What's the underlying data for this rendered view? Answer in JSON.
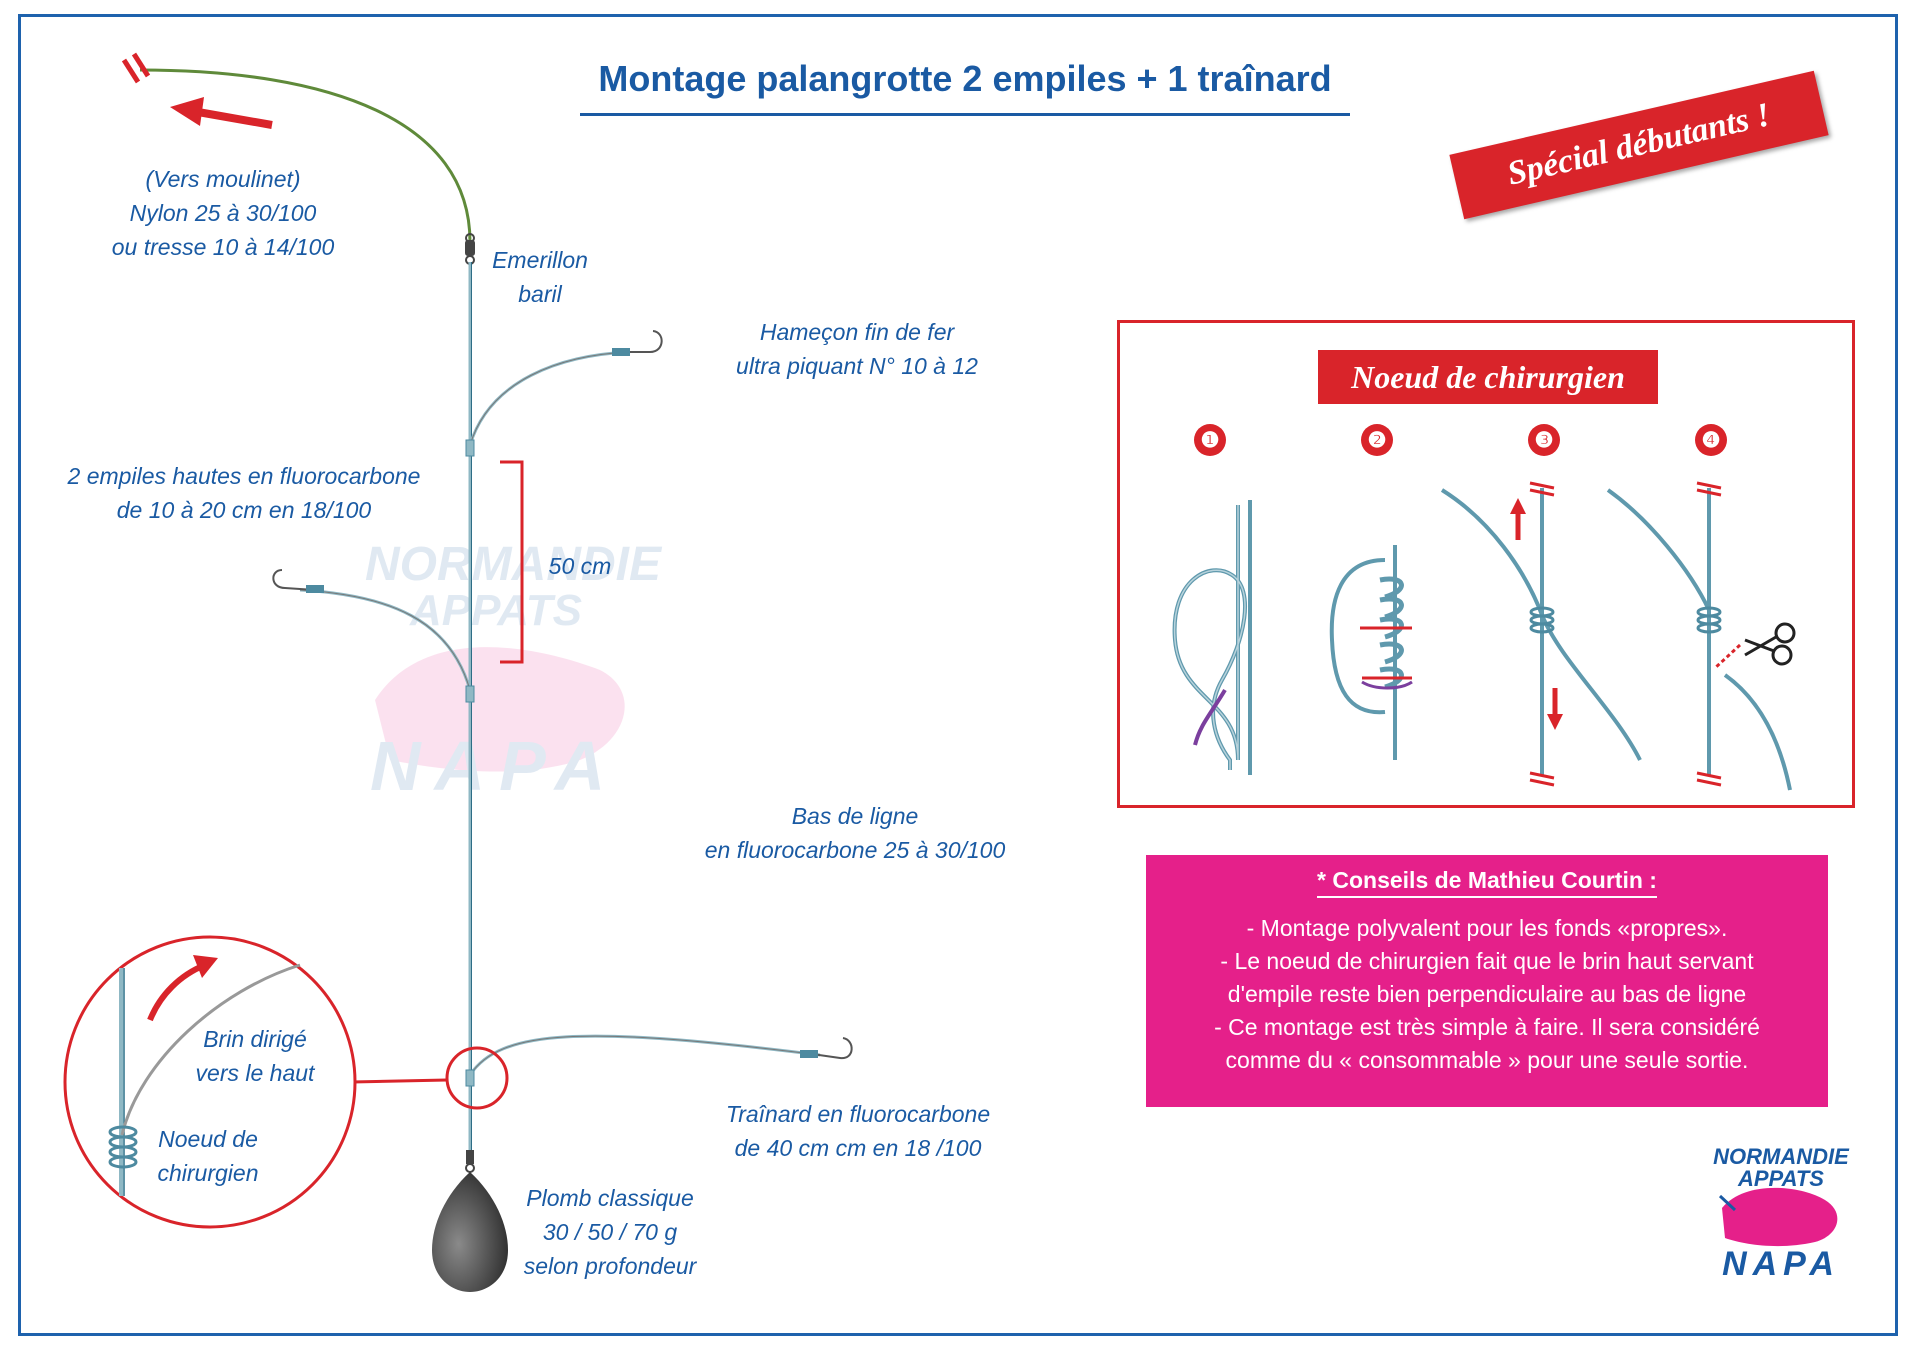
{
  "title": "Montage palangrotte 2 empiles + 1 traînard",
  "ribbon": "Spécial débutants !",
  "labels": {
    "reel_line": [
      "(Vers moulinet)",
      "Nylon 25 à 30/100",
      "ou tresse 10 à 14/100"
    ],
    "swivel": [
      "Emerillon",
      "baril"
    ],
    "hook": [
      "Hameçon fin de fer",
      "ultra piquant N° 10 à 12"
    ],
    "droppers": [
      "2 empiles hautes en fluorocarbone",
      "de 10 à 20 cm en 18/100"
    ],
    "spacing": "50 cm",
    "leader": [
      "Bas de ligne",
      "en fluorocarbone 25 à 30/100"
    ],
    "trailer": [
      "Traînard en fluorocarbone",
      "de 40 cm cm en 18 /100"
    ],
    "sinker": [
      "Plomb classique",
      "30 / 50 / 70 g",
      "selon profondeur"
    ],
    "zoom_strand": [
      "Brin dirigé",
      "vers le haut"
    ],
    "zoom_knot": [
      "Noeud de",
      "chirurgien"
    ]
  },
  "knot": {
    "title": "Noeud de chirurgien",
    "steps": [
      "❶",
      "❷",
      "❸",
      "❹"
    ]
  },
  "tips": {
    "heading": "* Conseils de Mathieu Courtin :",
    "lines": [
      "- Montage polyvalent pour les fonds «propres».",
      "- Le noeud de chirurgien fait que le brin haut servant",
      "d'empile reste bien perpendiculaire au bas de ligne",
      "- Ce montage est très simple à faire. Il sera considéré",
      "comme du « consommable » pour une seule sortie."
    ]
  },
  "logo": {
    "top": [
      "NORMANDIE",
      "APPATS"
    ],
    "bottom": "NAPA"
  },
  "colors": {
    "blue": "#1a5aa3",
    "red": "#d9242a",
    "pink": "#e5208a",
    "line_green": "#5f8a3a",
    "fluoro": "#8fb8c4"
  }
}
